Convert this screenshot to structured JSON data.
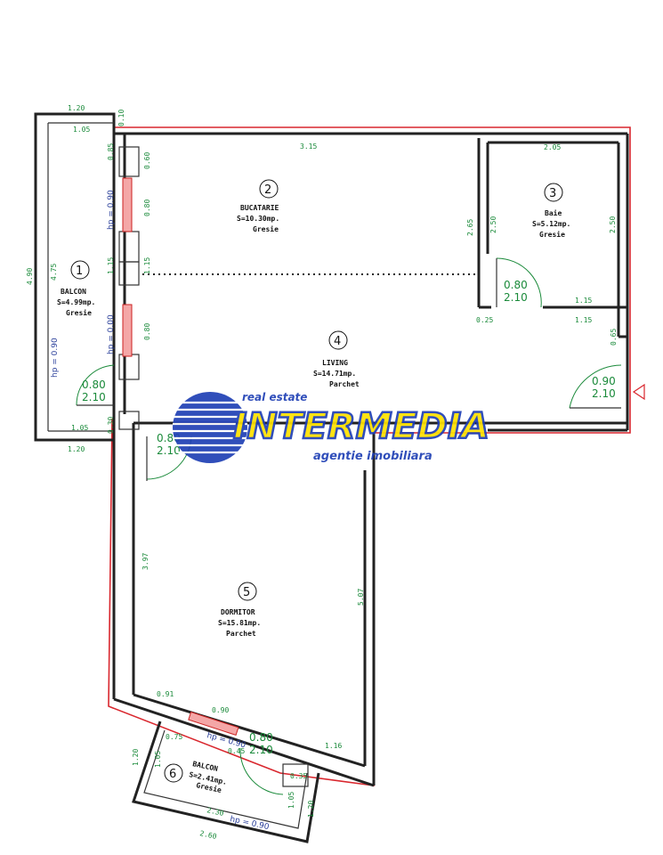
{
  "rooms": [
    {
      "num": "1",
      "name": "BALCON",
      "area": "S=4.99mp.",
      "floor": "Gresie"
    },
    {
      "num": "2",
      "name": "BUCATARIE",
      "area": "S=10.30mp.",
      "floor": "Gresie"
    },
    {
      "num": "3",
      "name": "Baie",
      "area": "S=5.12mp.",
      "floor": "Gresie"
    },
    {
      "num": "4",
      "name": "LIVING",
      "area": "S=14.71mp.",
      "floor": "Parchet"
    },
    {
      "num": "5",
      "name": "DORMITOR",
      "area": "S=15.81mp.",
      "floor": "Parchet"
    },
    {
      "num": "6",
      "name": "BALCON",
      "area": "S=2.41mp.",
      "floor": "Gresie"
    }
  ],
  "dimensions": {
    "balcon1_top_outer": "1.20",
    "balcon1_top_inner": "1.05",
    "balcon1_bottom_inner": "1.05",
    "balcon1_bottom_outer": "1.20",
    "balcon1_outer_height": "4.90",
    "balcon1_inner_height": "4.75",
    "kitchen_width": "3.15",
    "bath_width": "2.05",
    "kitchen_height_a": "2.65",
    "bath_height_left": "2.50",
    "bath_height_right": "2.50",
    "bath_wall_1": "1.15",
    "bath_wall_2": "1.15",
    "bath_nib": "0.25",
    "living_right": "0.65",
    "kitchen_left_top": "0.60",
    "kitchen_left_win": "0.80",
    "kitchen_left_mid": "1.15",
    "living_left_win": "0.80",
    "left_top": "0.85",
    "left_small": "0.10",
    "left_bottom": "0.30",
    "bedroom_left": "3.97",
    "bedroom_right": "5.07",
    "bedroom_bottom_left": "0.91",
    "bedroom_window": "0.90",
    "bedroom_bottom_right": "1.16",
    "balcon6_left_outer": "1.20",
    "balcon6_left_inner": "1.05",
    "balcon6_small": "0.75",
    "balcon6_side": "0.35",
    "balcon6_right_inner": "1.05",
    "balcon6_right_outer": "1.20",
    "balcon6_bottom_inner": "2.30",
    "balcon6_bottom_outer": "2.60",
    "balcon6_door_side": "0.45"
  },
  "heights": {
    "win_kitchen": "hp = 0.90",
    "win_living": "hp = 0.00",
    "balcon1": "hp = 0.90",
    "balcon6_top": "hp = 0.90",
    "balcon6_bottom": "hp = 0.90"
  },
  "doors": {
    "bath_w": "0.80",
    "bath_h": "2.10",
    "entry_w": "0.90",
    "entry_h": "2.10",
    "balcon1_w": "0.80",
    "balcon1_h": "2.10",
    "bedroom_w": "0.80",
    "bedroom_h": "2.10",
    "balcon6_w": "0.80",
    "balcon6_h": "2.10"
  },
  "watermark": {
    "tagline_top": "real estate",
    "brand": "INTERMEDIA",
    "tagline_bottom": "agentie imobiliara",
    "color_blue": "#1f3fb5",
    "color_yellow": "#ffe100"
  },
  "colors": {
    "outline": "#d9272e",
    "dimension": "#1a8a3a",
    "height": "#2a3f9a"
  }
}
